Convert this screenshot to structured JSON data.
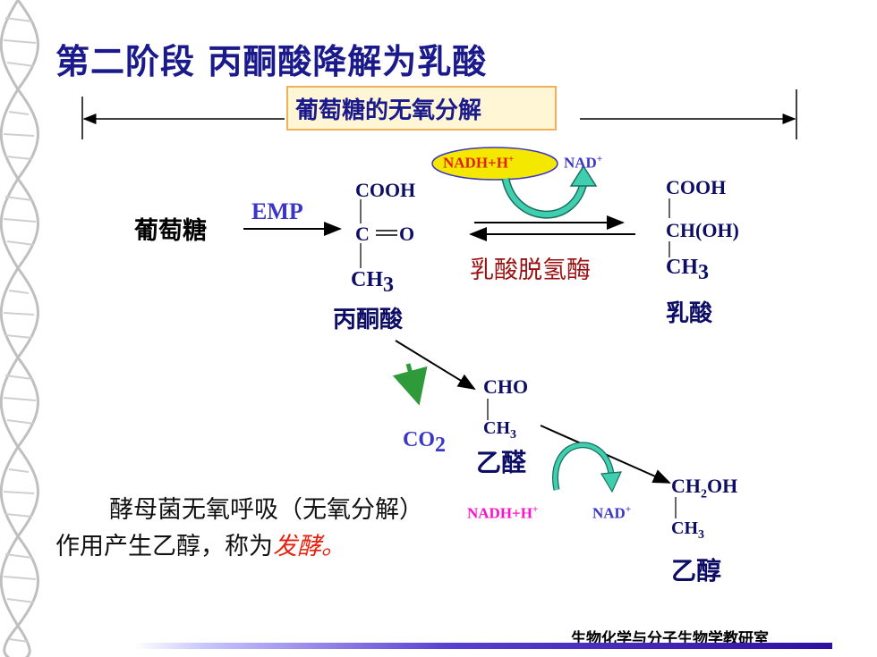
{
  "slide": {
    "title": "第二阶段 丙酮酸降解为乳酸",
    "subtitle": "葡萄糖的无氧分解",
    "footer": "生物化学与分子生物学教研室"
  },
  "pathway": {
    "glucose": "葡萄糖",
    "emp": "EMP",
    "pyruvate": {
      "cooh": "COOH",
      "co": "C",
      "o": "O",
      "ch3": "CH",
      "ch3_sub": "3",
      "name": "丙酮酸"
    },
    "cofactor_top": {
      "nadh": "NADH+H",
      "nadh_sup": "+",
      "nad": "NAD",
      "nad_sup": "+"
    },
    "enzyme": "乳酸脱氢酶",
    "lactate": {
      "cooh": "COOH",
      "choh": "CH(OH)",
      "ch3": "CH",
      "ch3_sub": "3",
      "name": "乳酸"
    },
    "co2": {
      "text": "CO",
      "sub": "2"
    },
    "acetaldehyde": {
      "cho": "CHO",
      "ch3": "CH",
      "ch3_sub": "3",
      "name": "乙醛"
    },
    "cofactor_bottom": {
      "nadh": "NADH+H",
      "nadh_sup": "+",
      "nad": "NAD",
      "nad_sup": "+"
    },
    "ethanol": {
      "ch2oh_a": "CH",
      "ch2oh_sub": "2",
      "ch2oh_b": "OH",
      "ch3": "CH",
      "ch3_sub": "3",
      "name": "乙醇"
    }
  },
  "description": {
    "text": "酵母菌无氧呼吸（无氧分解）作用产生乙醇，称为",
    "highlight": "发酵。"
  },
  "colors": {
    "title": "#1a1a8c",
    "nadh_oval": "#f5e800",
    "enzyme": "#9b1010",
    "highlight": "#e8200f",
    "arrow_green": "#2e9a3a",
    "arrow_teal": "#3fcfb0"
  }
}
